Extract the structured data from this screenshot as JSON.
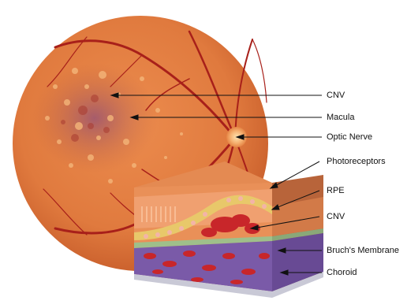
{
  "labels": {
    "cnv_top": "CNV",
    "macula": "Macula",
    "optic_nerve": "Optic Nerve",
    "photoreceptors": "Photoreceptors",
    "rpe": "RPE",
    "cnv_bottom": "CNV",
    "bruchs_membrane": "Bruch's Membrane",
    "choroid": "Choroid"
  },
  "colors": {
    "retina": "#e07a3e",
    "vessel": "#a8201a",
    "rpe_layer": "#e8c86a",
    "bruch_layer": "#9fbf8a",
    "choroid_layer": "#7a5aa8",
    "blood_cell": "#c8262a"
  }
}
